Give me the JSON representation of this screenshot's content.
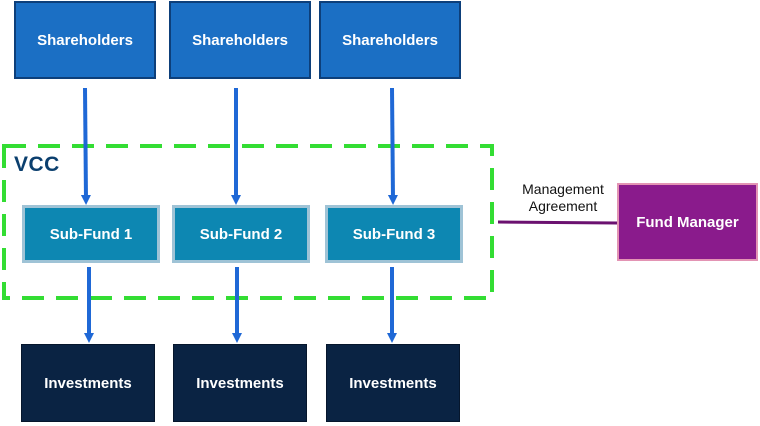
{
  "shareholders": [
    "Shareholders",
    "Shareholders",
    "Shareholders"
  ],
  "vcc_label": "VCC",
  "sub_funds": [
    "Sub-Fund 1",
    "Sub-Fund 2",
    "Sub-Fund 3"
  ],
  "investments": [
    "Investments",
    "Investments",
    "Investments"
  ],
  "management_agreement": "Management Agreement",
  "fund_manager": "Fund Manager",
  "colors": {
    "shareholder_box": "#1b6fc4",
    "sub_fund_box": "#0d87b2",
    "investment_box": "#0a2343",
    "fund_manager_box": "#8a1b8c",
    "vcc_boundary": "#33dd33",
    "arrow": "#1f68d6",
    "agreement_line": "#6b1170",
    "vcc_text": "#0b3f6e"
  }
}
